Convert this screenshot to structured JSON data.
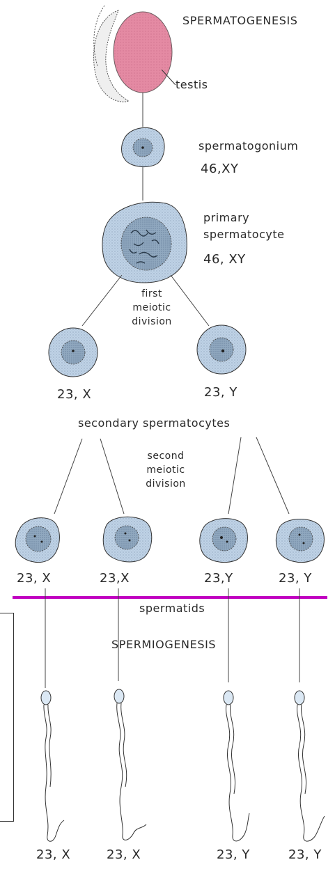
{
  "title": "SPERMATOGENESIS",
  "labels": {
    "testis": "testis",
    "spermatogonium": "spermatogonium",
    "spermatogonium_karyotype": "46,XY",
    "primary_line1": "primary",
    "primary_line2": "spermatocyte",
    "primary_karyotype": "46, XY",
    "first_meiotic_1": "first",
    "first_meiotic_2": "meiotic",
    "first_meiotic_3": "division",
    "secondary_left": "23, X",
    "secondary_right": "23, Y",
    "secondary_spermatocytes": "secondary spermatocytes",
    "second_meiotic_1": "second",
    "second_meiotic_2": "meiotic",
    "second_meiotic_3": "division",
    "spermatid_1": "23, X",
    "spermatid_2": "23,X",
    "spermatid_3": "23,Y",
    "spermatid_4": "23, Y",
    "spermatids": "spermatids",
    "spermiogenesis": "SPERMIOGENESIS",
    "sperm_1": "23, X",
    "sperm_2": "23, X",
    "sperm_3": "23, Y",
    "sperm_4": "23, Y"
  },
  "colors": {
    "testis_fill": "#e48aa3",
    "cell_fill": "#bcd0e4",
    "nucleus_fill": "#8fa6bc",
    "divider_line": "#c000c0",
    "sperm_fill": "#dbe8f4"
  }
}
